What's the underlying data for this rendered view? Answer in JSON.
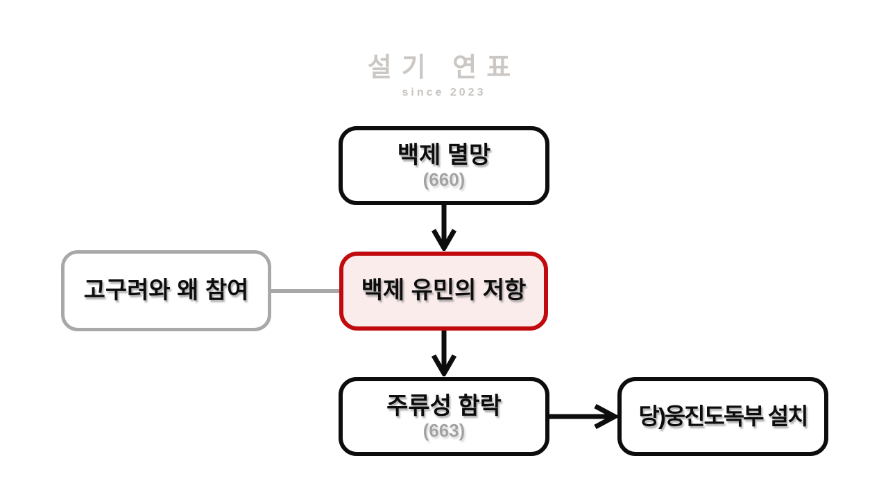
{
  "watermark": {
    "title": "설기 연표",
    "subtitle": "since 2023",
    "color": "#c6c2be"
  },
  "colors": {
    "node_border_black": "#0d0d0d",
    "node_border_red": "#c00a0d",
    "node_fill_red": "#fbecec",
    "node_border_gray": "#a8a8a8",
    "year_text_gray": "#a3a3a3",
    "background": "#ffffff"
  },
  "diagram": {
    "nodes": [
      {
        "id": "baekje-fall",
        "label": "백제 멸망",
        "year": "(660)",
        "style": "black-outline"
      },
      {
        "id": "resistance",
        "label": "백제 유민의 저항",
        "style": "red-highlight"
      },
      {
        "id": "goguryeo-wae",
        "label": "고구려와 왜 참여",
        "style": "gray-outline"
      },
      {
        "id": "juryuseong",
        "label": "주류성 함락",
        "year": "(663)",
        "style": "black-outline"
      },
      {
        "id": "ungjin",
        "label": "당)웅진도독부 설치",
        "style": "black-outline"
      }
    ],
    "connectors": [
      {
        "from": "baekje-fall",
        "to": "resistance",
        "type": "arrow-down",
        "color": "#0d0d0d"
      },
      {
        "from": "resistance",
        "to": "juryuseong",
        "type": "arrow-down",
        "color": "#0d0d0d"
      },
      {
        "from": "juryuseong",
        "to": "ungjin",
        "type": "arrow-right",
        "color": "#0d0d0d"
      },
      {
        "from": "goguryeo-wae",
        "to": "resistance",
        "type": "plain-line",
        "color": "#a8a8a8"
      }
    ]
  }
}
